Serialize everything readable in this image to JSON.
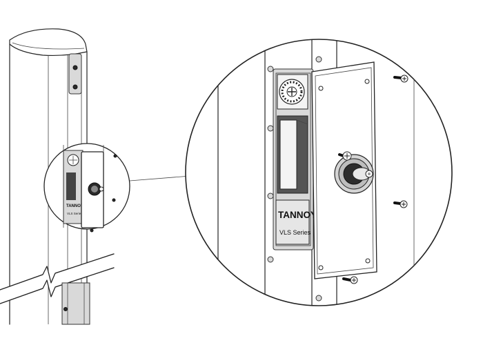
{
  "labels": {
    "brand": "TANNOY",
    "series": "VLS Series",
    "brand_small": "TANNOY",
    "series_small": "VLS Series"
  },
  "colors": {
    "line": "#222222",
    "background": "#ffffff",
    "shade": "#d9d9d9",
    "dark": "#2a2a2a"
  },
  "icons": {
    "screw": "screw-icon",
    "dial": "rotary-dial-icon",
    "connector": "connector-gland-icon",
    "break_mark": "break-line-icon"
  }
}
